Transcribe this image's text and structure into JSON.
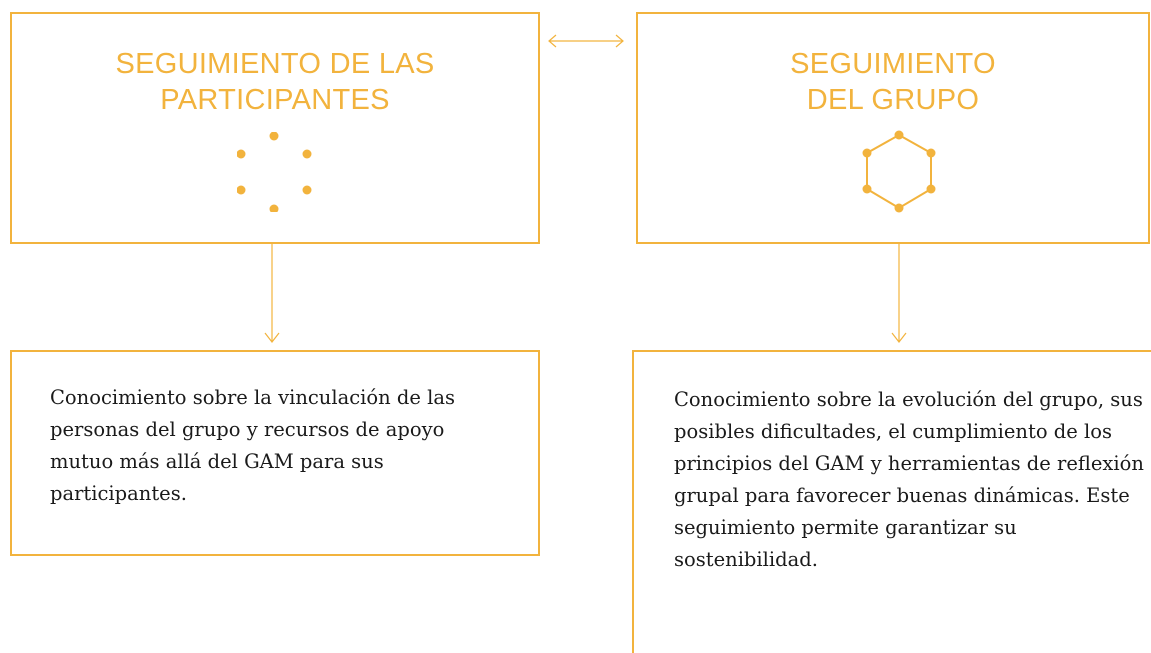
{
  "colors": {
    "accent": "#F2B33D",
    "text": "#1a1a1a"
  },
  "left_column": {
    "title": "SEGUIMIENTO DE LAS\nPARTICIPANTES",
    "icon": "dots-circle-icon",
    "description": "Conocimiento sobre la vinculación de las personas del grupo y recursos de apoyo mutuo más allá del GAM para sus participantes."
  },
  "right_column": {
    "title": "SEGUIMIENTO\nDEL GRUPO",
    "icon": "hexagon-network-icon",
    "description": "Conocimiento sobre la evolución del grupo, sus posibles dificultades, el cumplimiento de los principios del GAM y herramientas de reflexión grupal para favorecer buenas dinámicas. Este seguimiento permite garantizar su sostenibilidad."
  },
  "connectors": {
    "between_top_boxes": "double-arrow-icon",
    "left_down": "arrow-down-icon",
    "right_down": "arrow-down-icon"
  }
}
